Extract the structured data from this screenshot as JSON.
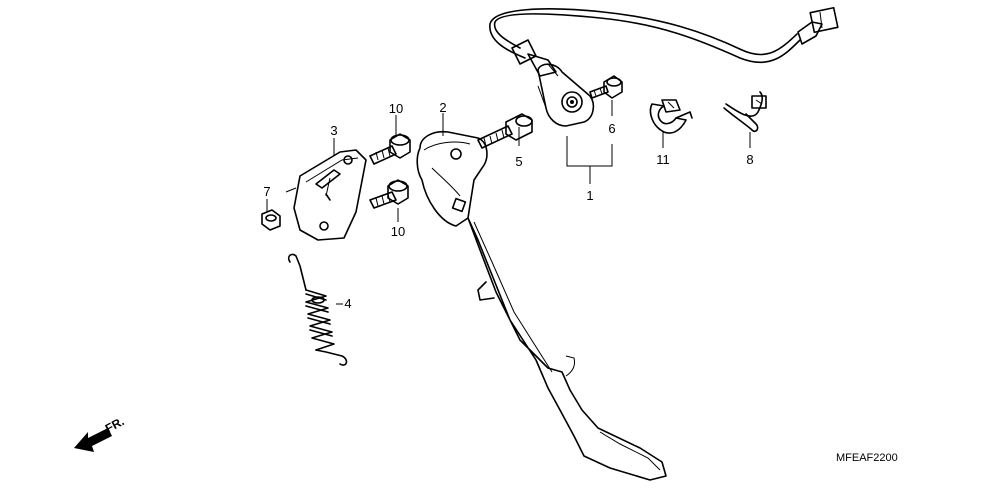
{
  "diagram_code": "MFEAF2200",
  "front_indicator": "FR.",
  "callouts": {
    "c1": "1",
    "c2": "2",
    "c3": "3",
    "c4": "4",
    "c5": "5",
    "c6": "6",
    "c7": "7",
    "c8": "8",
    "c10a": "10",
    "c10b": "10",
    "c11": "11"
  }
}
